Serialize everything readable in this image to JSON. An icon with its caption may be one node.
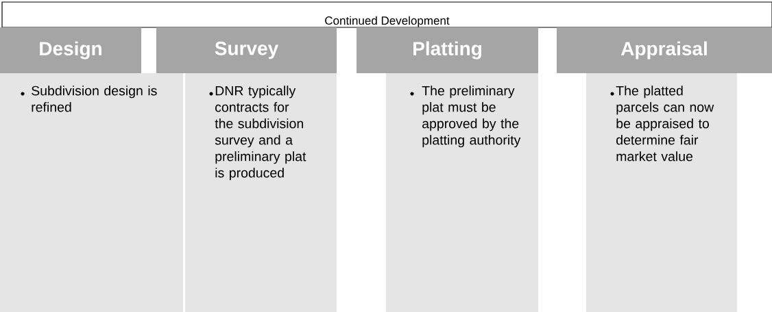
{
  "diagram": {
    "nodes": [
      {
        "text": [
          "Continued Development"
        ]
      },
      {
        "text": [
          "Design"
        ]
      },
      {
        "text": [
          "Subdivision design is refined"
        ]
      },
      {
        "text": [
          "Survey"
        ]
      },
      {
        "text": [
          "DNR typically contracts for the subdivision survey and a preliminary plat is produced"
        ]
      },
      {
        "text": [
          "Platting"
        ]
      },
      {
        "text": [
          "The preliminary plat must be approved by the platting authority"
        ]
      },
      {
        "text": [
          "Appraisal"
        ]
      },
      {
        "text": [
          "The platted parcels can now be appraised to determine fair market value"
        ]
      }
    ]
  }
}
